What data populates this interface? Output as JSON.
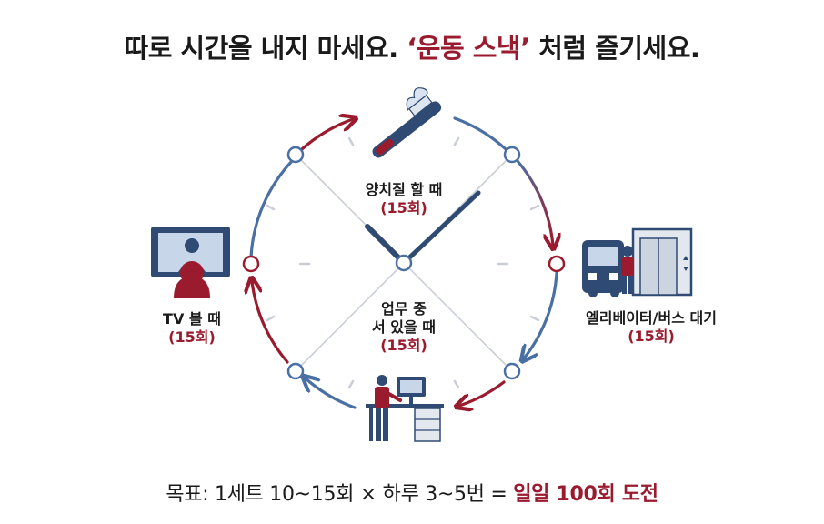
{
  "title": {
    "before": "따로 시간을 내지 마세요.",
    "highlight": "‘운동 스낵’",
    "after": "처럼 즐기세요."
  },
  "activities": {
    "top": {
      "name": "양치질 할 때",
      "count": "(15회)"
    },
    "right": {
      "name": "엘리베이터/버스 대기",
      "count": "(15회)"
    },
    "bottom": {
      "name_line1": "업무 중",
      "name_line2": "서 있을 때",
      "count": "(15회)"
    },
    "left": {
      "name": "TV 볼 때",
      "count": "(15회)"
    }
  },
  "footer": {
    "text": "목표: 1세트 10~15회 × 하루 3~5번 =",
    "goal": "일일 100회 도전"
  },
  "colors": {
    "accent_red": "#9a1b2e",
    "accent_blue": "#4a6fa5",
    "dark_navy": "#2f4b73",
    "grey_line": "#c9ced6"
  }
}
